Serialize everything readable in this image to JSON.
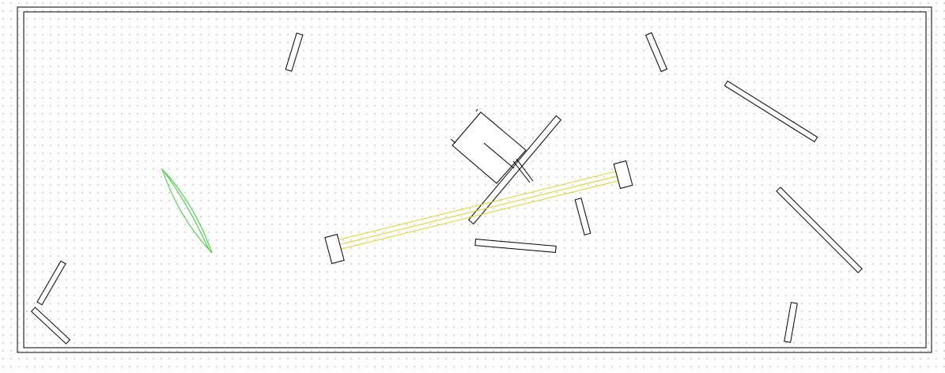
{
  "colors": {
    "background": "#ffffff",
    "grid_dot": "#9a9a9a",
    "outline": "#000000",
    "lens": "#33cc33",
    "beam": "#e6cf2e"
  },
  "table": {
    "grid": true
  },
  "components": [
    {
      "id": "mirror-top-left",
      "kind": "plate"
    },
    {
      "id": "mirror-top-right",
      "kind": "plate"
    },
    {
      "id": "plate-upper-right",
      "kind": "plate"
    },
    {
      "id": "plate-right",
      "kind": "plate"
    },
    {
      "id": "mirror-bottom-right",
      "kind": "plate"
    },
    {
      "id": "plate-bottom-left-upper",
      "kind": "plate"
    },
    {
      "id": "plate-bottom-left-lower",
      "kind": "plate"
    },
    {
      "id": "beam-splitter",
      "kind": "plate"
    },
    {
      "id": "prism-block",
      "kind": "plate"
    },
    {
      "id": "small-mirror-center",
      "kind": "plate"
    },
    {
      "id": "cavity-mirror-left",
      "kind": "mirror"
    },
    {
      "id": "cavity-mirror-right",
      "kind": "mirror"
    },
    {
      "id": "cylindrical-lens",
      "kind": "lens"
    },
    {
      "id": "detector-box",
      "kind": "detector"
    }
  ],
  "beam": {
    "paths": 3
  }
}
